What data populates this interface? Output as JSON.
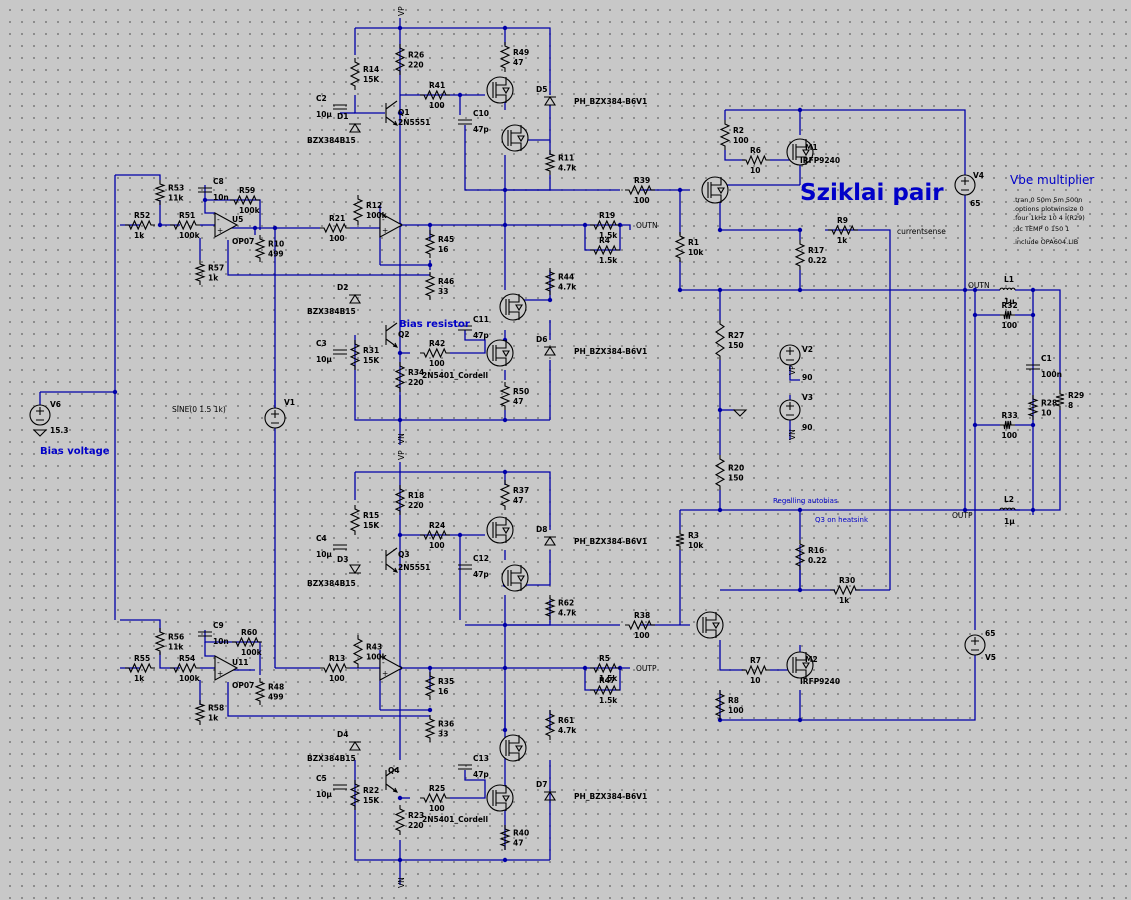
{
  "annotations": {
    "title": "Sziklai pair",
    "vbe": "Vbe multiplier",
    "bias_resistor": "Bias resistor",
    "bias_voltage": "Bias voltage",
    "regelling": "Regelling autobias",
    "q3_heatsink": "Q3 on heatsink",
    "sine": "SINE(0 1.5 1k)"
  },
  "directives": [
    ".tran 0 50m 5m 500n",
    ".options plotwinsize 0",
    ".four 1kHz 10 4 I(R29)",
    ";dc TEMP 0 150 1",
    ".include OPA604.LIB"
  ],
  "nets": {
    "vp": "VP",
    "vn": "VN",
    "outn": "OUTN",
    "outp": "OUTP",
    "current_sense": "currentsense"
  },
  "sources": {
    "V1": "V1",
    "V2": "V2",
    "V2_val": "90",
    "V3": "V3",
    "V3_val": "90",
    "V4": "V4",
    "V4_val": "65",
    "V5": "V5",
    "V5_val": "65",
    "V6": "V6",
    "V6_val": "15.3"
  },
  "parts": {
    "R49": "R49",
    "R49v": "47",
    "R26": "R26",
    "R26v": "220",
    "R14": "R14",
    "R14v": "15K",
    "R41": "R41",
    "R41v": "100",
    "C2": "C2",
    "C2v": "10µ",
    "D1": "D1",
    "D1v": "BZX384B15",
    "Q1": "Q1",
    "Q1v": "2N5551",
    "C10": "C10",
    "C10v": "47p",
    "D5": "D5",
    "D5v": "PH_BZX384-B6V1",
    "R11": "R11",
    "R11v": "4.7k",
    "R53": "R53",
    "R53v": "11k",
    "C8": "C8",
    "C8v": "10n",
    "R59": "R59",
    "R59v": "100k",
    "R52": "R52",
    "R52v": "1k",
    "R51": "R51",
    "R51v": "100k",
    "U5": "U5",
    "U5v": "OP07",
    "R57": "R57",
    "R57v": "1k",
    "R10": "R10",
    "R10v": "499",
    "R21": "R21",
    "R21v": "100",
    "R12": "R12",
    "R12v": "100k",
    "R19": "R19",
    "R19v": "1.5k",
    "R4": "R4",
    "R4v": "1.5k",
    "R45": "R45",
    "R45v": "16",
    "R46": "R46",
    "R46v": "33",
    "R44": "R44",
    "R44v": "4.7k",
    "D2": "D2",
    "D2v": "BZX384B15",
    "Q2": "Q2",
    "C11": "C11",
    "C11v": "47p",
    "C3": "C3",
    "C3v": "10µ",
    "R31": "R31",
    "R31v": "15K",
    "R42": "R42",
    "R42v": "100",
    "Q2v": "2N5401_Cordell",
    "D6": "D6",
    "D6v": "PH_BZX384-B6V1",
    "R34": "R34",
    "R34v": "220",
    "R50": "R50",
    "R50v": "47",
    "R2": "R2",
    "R2v": "100",
    "R6": "R6",
    "R6v": "10",
    "M1": "M1",
    "M1v": "IRFP9240",
    "R39": "R39",
    "R39v": "100",
    "R1": "R1",
    "R1v": "10k",
    "R9": "R9",
    "R9v": "1k",
    "R17": "R17",
    "R17v": "0.22",
    "R27": "R27",
    "R27v": "150",
    "R20": "R20",
    "R20v": "150",
    "L1": "L1",
    "L1v": "1µ",
    "R32": "R32",
    "R32v": "100",
    "C1": "C1",
    "C1v": "100n",
    "R28": "R28",
    "R28v": "10",
    "R29": "R29",
    "R29v": "8",
    "R33": "R33",
    "R33v": "100",
    "L2": "L2",
    "L2v": "1µ",
    "R37": "R37",
    "R37v": "47",
    "R18": "R18",
    "R18v": "220",
    "R15": "R15",
    "R15v": "15K",
    "R24": "R24",
    "R24v": "100",
    "C4": "C4",
    "C4v": "10µ",
    "Q3": "Q3",
    "Q3v": "2N5551",
    "D3": "D3",
    "D3v": "BZX384B15",
    "D8": "D8",
    "D8v": "PH_BZX384-B6V1",
    "C12": "C12",
    "C12v": "47p",
    "R62": "R62",
    "R62v": "4.7k",
    "R3": "R3",
    "R3v": "10k",
    "R16": "R16",
    "R16v": "0.22",
    "R30": "R30",
    "R30v": "1k",
    "R38": "R38",
    "R38v": "100",
    "R56": "R56",
    "R56v": "11k",
    "C9": "C9",
    "C9v": "10n",
    "R60": "R60",
    "R60v": "100k",
    "R55": "R55",
    "R55v": "1k",
    "R54": "R54",
    "R54v": "100k",
    "U11": "U11",
    "U11v": "OP07",
    "R58": "R58",
    "R58v": "1k",
    "R48": "R48",
    "R48v": "499",
    "R13": "R13",
    "R13v": "100",
    "R43": "R43",
    "R43v": "100k",
    "R5": "R5",
    "R5v": "1.5k",
    "R47": "R47",
    "R47v": "1.5k",
    "R35": "R35",
    "R35v": "16",
    "R36": "R36",
    "R36v": "33",
    "R7": "R7",
    "R7v": "10",
    "M2": "M2",
    "M2v": "IRFP9240",
    "R8": "R8",
    "R8v": "100",
    "R61": "R61",
    "R61v": "4.7k",
    "D4": "D4",
    "D4v": "BZX384B15",
    "Q4": "Q4",
    "C13": "C13",
    "C13v": "47p",
    "C5": "C5",
    "C5v": "10µ",
    "R22": "R22",
    "R22v": "15K",
    "R25": "R25",
    "R25v": "100",
    "Q4v": "2N5401_Cordell",
    "D7": "D7",
    "D7v": "PH_BZX384-B6V1",
    "R23": "R23",
    "R23v": "220",
    "R40": "R40",
    "R40v": "47"
  },
  "colors": {
    "wire": "#0000a8",
    "annotation": "#0000c8",
    "background": "#c8c8c8"
  }
}
